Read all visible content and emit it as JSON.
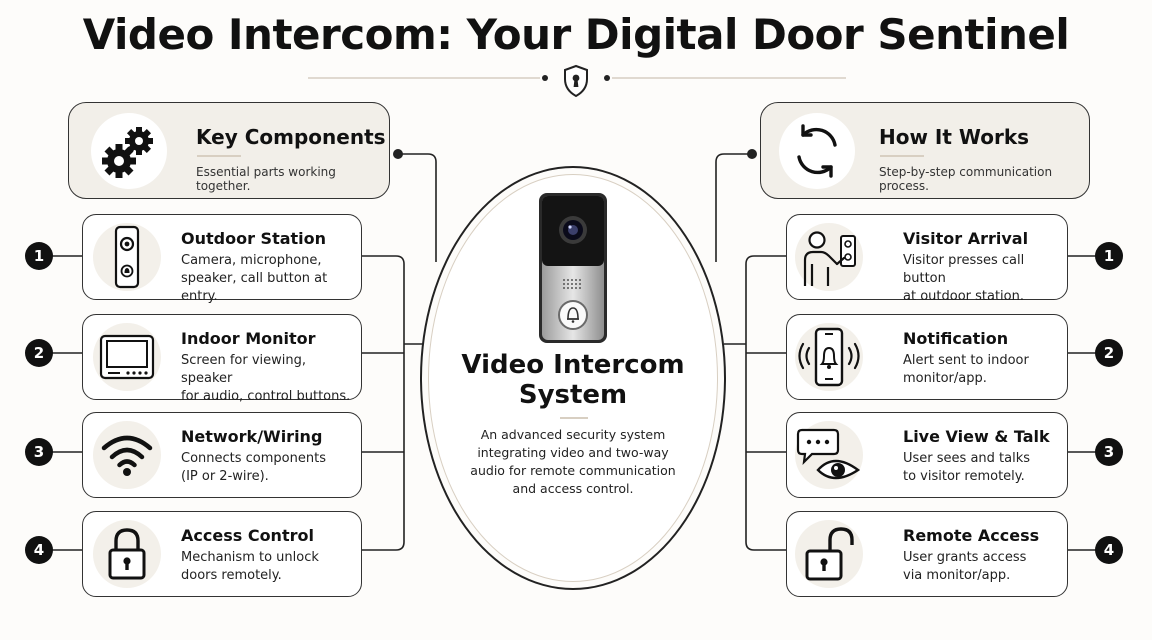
{
  "title": "Video Intercom: Your Digital Door Sentinel",
  "left_header": {
    "title": "Key Components",
    "subtitle": "Essential parts working together.",
    "icon": "gears-icon"
  },
  "right_header": {
    "title": "How It Works",
    "subtitle": "Step-by-step communication process.",
    "icon": "cycle-arrows-icon"
  },
  "center": {
    "title": "Video Intercom\nSystem",
    "description": "An advanced security system\nintegrating video and two-way\naudio for remote communication\nand access control.",
    "icon": "doorbell-device-icon"
  },
  "components": [
    {
      "number": "1",
      "title": "Outdoor Station",
      "description": "Camera, microphone,\nspeaker, call button at entry.",
      "icon": "outdoor-station-icon"
    },
    {
      "number": "2",
      "title": "Indoor Monitor",
      "description": "Screen for viewing, speaker\nfor audio, control buttons.",
      "icon": "monitor-icon"
    },
    {
      "number": "3",
      "title": "Network/Wiring",
      "description": "Connects components\n(IP or 2-wire).",
      "icon": "wifi-icon"
    },
    {
      "number": "4",
      "title": "Access Control",
      "description": "Mechanism to unlock\ndoors remotely.",
      "icon": "padlock-icon"
    }
  ],
  "steps": [
    {
      "number": "1",
      "title": "Visitor Arrival",
      "description": "Visitor presses call button\nat outdoor station.",
      "icon": "visitor-icon"
    },
    {
      "number": "2",
      "title": "Notification",
      "description": "Alert sent to indoor\nmonitor/app.",
      "icon": "phone-bell-icon"
    },
    {
      "number": "3",
      "title": "Live View & Talk",
      "description": "User sees and talks\nto visitor remotely.",
      "icon": "chat-eye-icon"
    },
    {
      "number": "4",
      "title": "Remote Access",
      "description": "User grants access\nvia monitor/app.",
      "icon": "unlock-icon"
    }
  ],
  "colors": {
    "card_fill": "#f2efe9",
    "accent_rule": "#d8cfc2",
    "badge": "#111111",
    "line": "#222222"
  }
}
